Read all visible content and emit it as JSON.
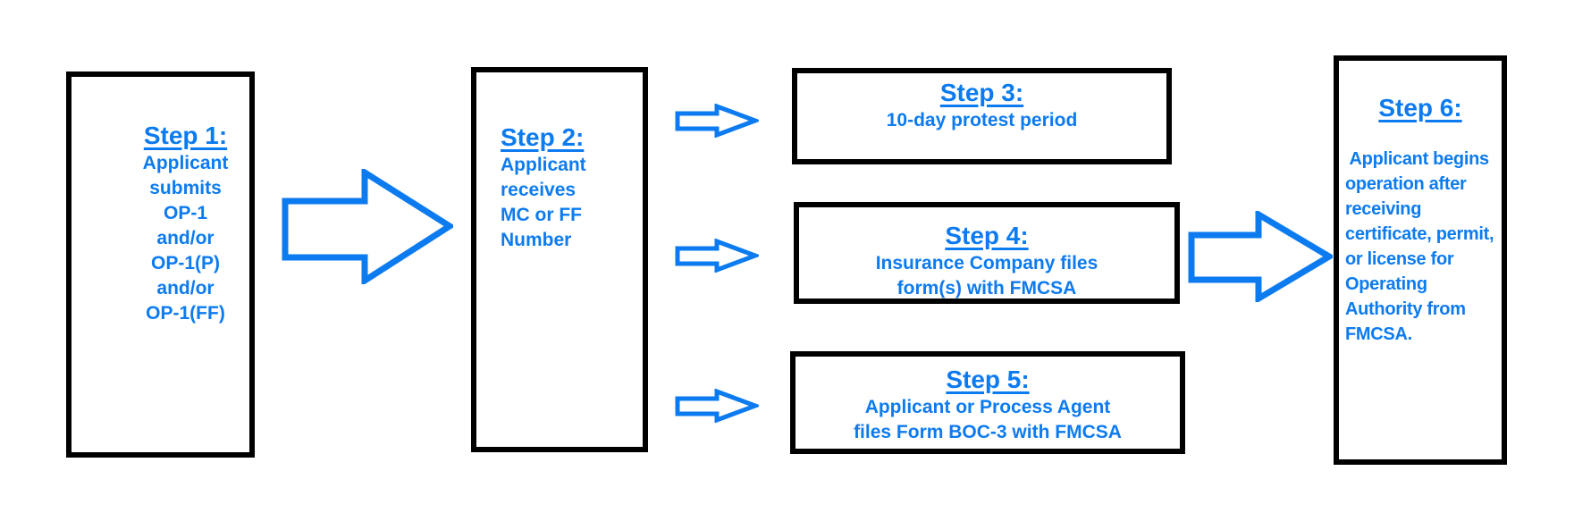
{
  "colors": {
    "accent": "#0d7bf0",
    "box_border": "#000000",
    "background": "#ffffff"
  },
  "steps": [
    {
      "heading": "Step 1:",
      "lines": [
        "Applicant",
        "submits",
        "OP-1",
        "and/or",
        "OP-1(P)",
        "and/or",
        "OP-1(FF)"
      ]
    },
    {
      "heading": "Step 2:",
      "lines": [
        "Applicant",
        "receives",
        "MC or FF",
        "Number"
      ]
    },
    {
      "heading": "Step 3:",
      "lines": [
        "10-day protest period"
      ]
    },
    {
      "heading": "Step 4:",
      "lines": [
        "Insurance Company files",
        "form(s) with FMCSA"
      ]
    },
    {
      "heading": "Step 5:",
      "lines": [
        "Applicant or Process Agent",
        "files Form BOC-3 with FMCSA"
      ]
    },
    {
      "heading": "Step 6:",
      "lines": [
        " Applicant begins",
        "operation after",
        "receiving",
        "certificate, permit,",
        "or license for",
        "Operating",
        "Authority from",
        "FMCSA."
      ]
    }
  ],
  "arrows": [
    {
      "name": "arrow-step1-to-step2",
      "type": "block-arrow-right"
    },
    {
      "name": "arrow-step2-to-step3",
      "type": "block-arrow-right"
    },
    {
      "name": "arrow-step2-to-step4",
      "type": "block-arrow-right"
    },
    {
      "name": "arrow-step2-to-step5",
      "type": "block-arrow-right"
    },
    {
      "name": "arrow-step4-to-step6",
      "type": "block-arrow-right"
    }
  ]
}
